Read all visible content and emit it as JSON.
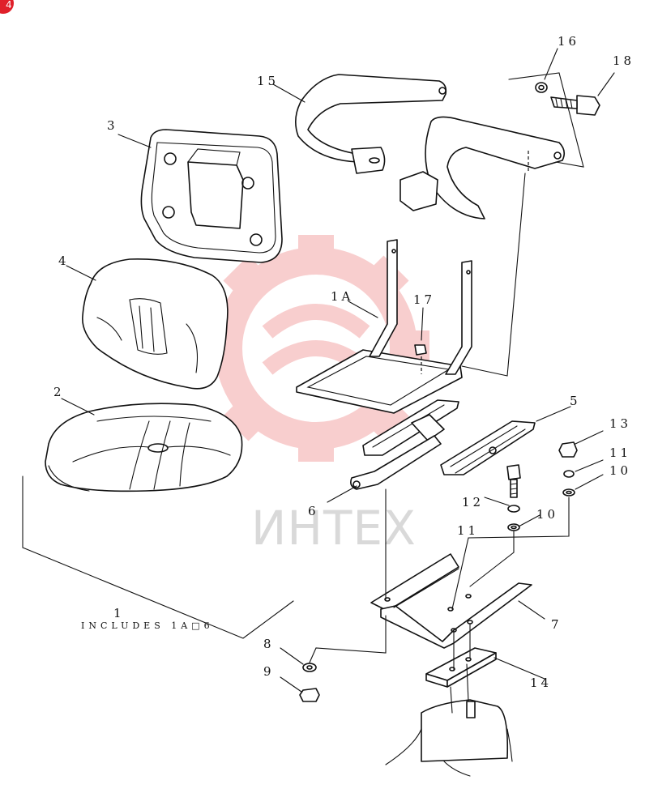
{
  "corner_badge": "4",
  "watermark": {
    "text": "ИНТЕХ",
    "color": "#f2b3b3"
  },
  "callouts": {
    "c1": "1",
    "c1_note": "INCLUDES 1A□6",
    "c1A": "1A",
    "c2": "2",
    "c3": "3",
    "c4": "4",
    "c5": "5",
    "c6": "6",
    "c7": "7",
    "c8": "8",
    "c9": "9",
    "c10a": "10",
    "c10b": "10",
    "c11a": "11",
    "c11b": "11",
    "c12": "12",
    "c13": "13",
    "c14": "14",
    "c15": "15",
    "c16": "16",
    "c17": "17",
    "c18": "18"
  },
  "colors": {
    "line": "#111111",
    "badge": "#e0202a"
  }
}
